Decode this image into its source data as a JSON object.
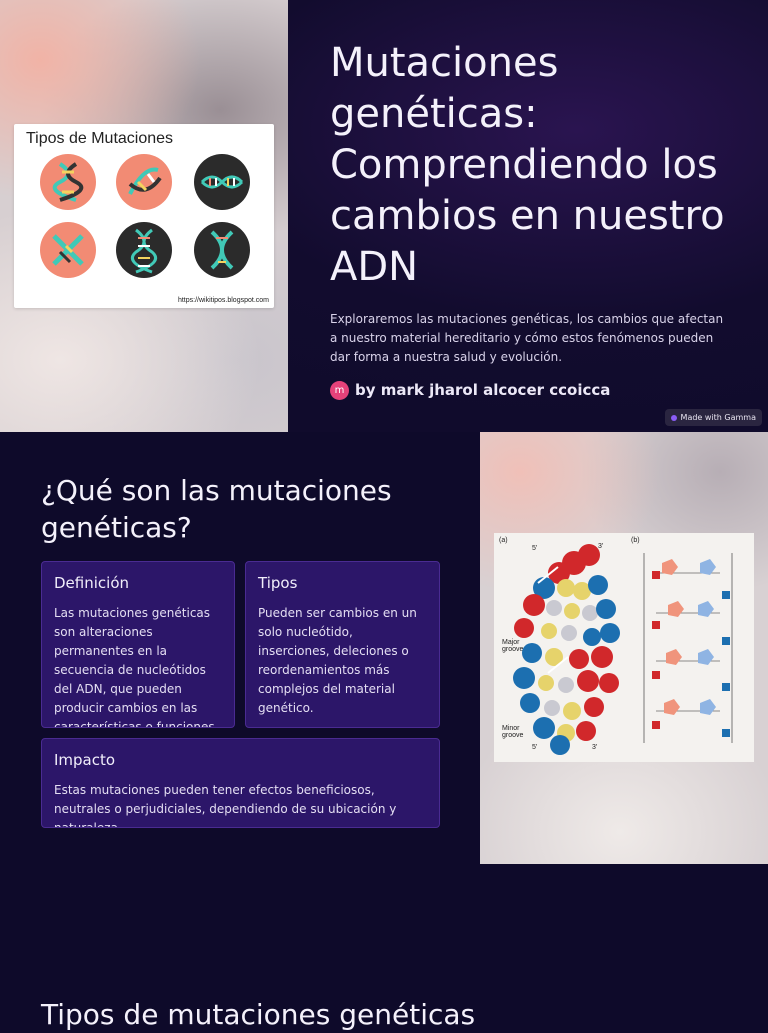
{
  "slide1": {
    "image_title": "Tipos de Mutaciones",
    "image_url": "https://wikitipos.blogspot.com",
    "title": "Mutaciones genéticas: Comprendiendo los cambios en nuestro ADN",
    "description": "Exploraremos las mutaciones genéticas, los cambios que afectan a nuestro material hereditario y cómo estos fenómenos pueden dar forma a nuestra salud y evolución.",
    "author_initial": "m",
    "author": "by mark jharol alcocer ccoicca",
    "badge": "Made with Gamma"
  },
  "slide2": {
    "title": "¿Qué son las mutaciones genéticas?",
    "cards": [
      {
        "heading": "Definición",
        "text": "Las mutaciones genéticas son alteraciones permanentes en la secuencia de nucleótidos del ADN, que pueden producir cambios en las características o funciones"
      },
      {
        "heading": "Tipos",
        "text": "Pueden ser cambios en un solo nucleótido, inserciones, deleciones o reordenamientos más complejos del material genético."
      },
      {
        "heading": "Impacto",
        "text": "Estas mutaciones pueden tener efectos beneficiosos, neutrales o perjudiciales, dependiendo de su ubicación y naturaleza."
      }
    ],
    "figure_labels": {
      "a": "(a)",
      "b": "(b)",
      "five_top": "5'",
      "three_top": "3'",
      "major": "Major groove",
      "minor": "Minor groove",
      "five_bottom": "5'",
      "three_bottom": "3'"
    }
  },
  "slide3": {
    "title": "Tipos de mutaciones genéticas"
  },
  "colors": {
    "background": "#0e0a2a",
    "card": "#2c1669",
    "avatar": "#e6427a",
    "salmon": "#f28b74",
    "dark_circle": "#2b2b2b"
  }
}
